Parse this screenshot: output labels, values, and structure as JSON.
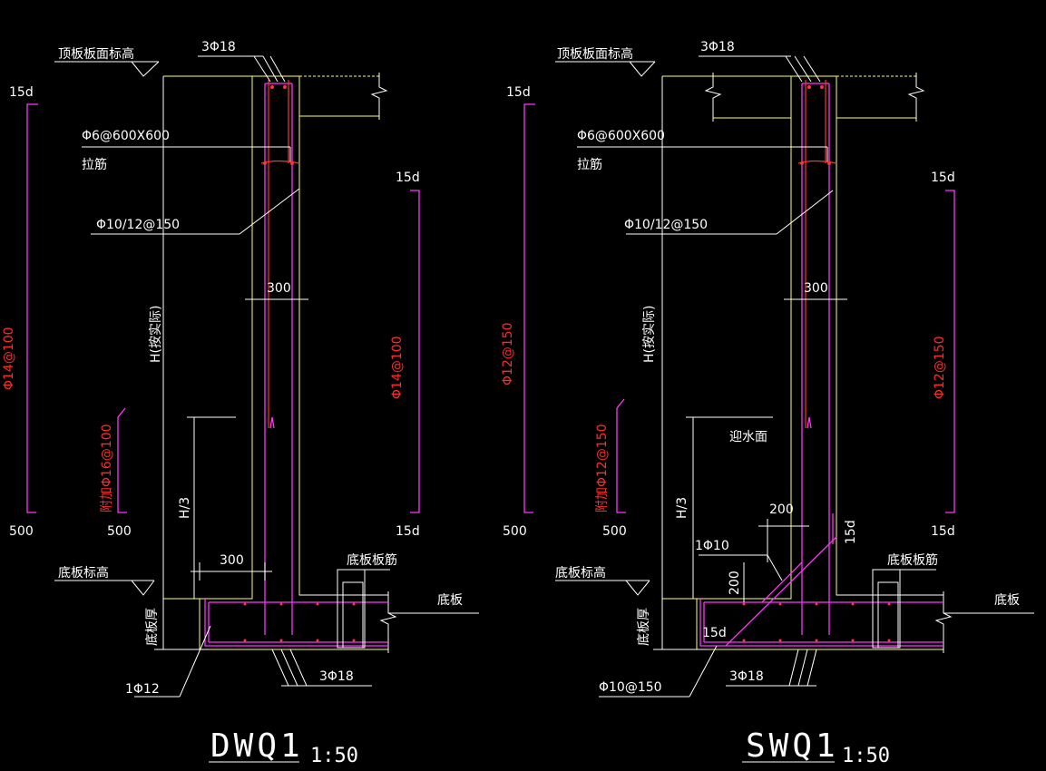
{
  "left": {
    "title": "DWQ1",
    "scale": "1:50",
    "labels": {
      "roof_elev": "顶板板面标高",
      "top_bars": "3Φ18",
      "tie": "Φ6@600X600",
      "tie_cn": "拉筋",
      "horiz": "Φ10/12@150",
      "lap_top_left": "15d",
      "lap_top_right": "15d",
      "lap_bot_right": "15d",
      "bot_500_a": "500",
      "bot_500_b": "500",
      "width_300_a": "300",
      "width_300_b": "300",
      "height": "H(按实际)",
      "h3": "H/3",
      "vert_left": "Φ14@100",
      "vert_add": "附加Φ16@100",
      "vert_right": "Φ14@100",
      "base_elev": "底板标高",
      "base_bars": "底板板筋",
      "base": "底板",
      "base_thk": "底板厚",
      "corner_bar": "1Φ12",
      "bottom_bars": "3Φ18"
    }
  },
  "right": {
    "title": "SWQ1",
    "scale": "1:50",
    "labels": {
      "roof_elev": "顶板板面标高",
      "top_bars": "3Φ18",
      "tie": "Φ6@600X600",
      "tie_cn": "拉筋",
      "horiz": "Φ10/12@150",
      "lap_top_left": "15d",
      "lap_top_right": "15d",
      "lap_bot_right": "15d",
      "lap_mid": "15d",
      "lap_low": "15d",
      "bot_500_a": "500",
      "bot_500_b": "500",
      "width_300": "300",
      "height": "H(按实际)",
      "h3": "H/3",
      "water_face": "迎水面",
      "dim_200_a": "200",
      "dim_200_b": "200",
      "haunch_bar": "1Φ10",
      "vert_left": "Φ12@150",
      "vert_add": "附加Φ12@150",
      "vert_right": "Φ12@150",
      "base_elev": "底板标高",
      "base_bars": "底板板筋",
      "base": "底板",
      "base_thk": "底板厚",
      "haunch_dist": "Φ10@150",
      "bottom_bars": "3Φ18"
    }
  }
}
